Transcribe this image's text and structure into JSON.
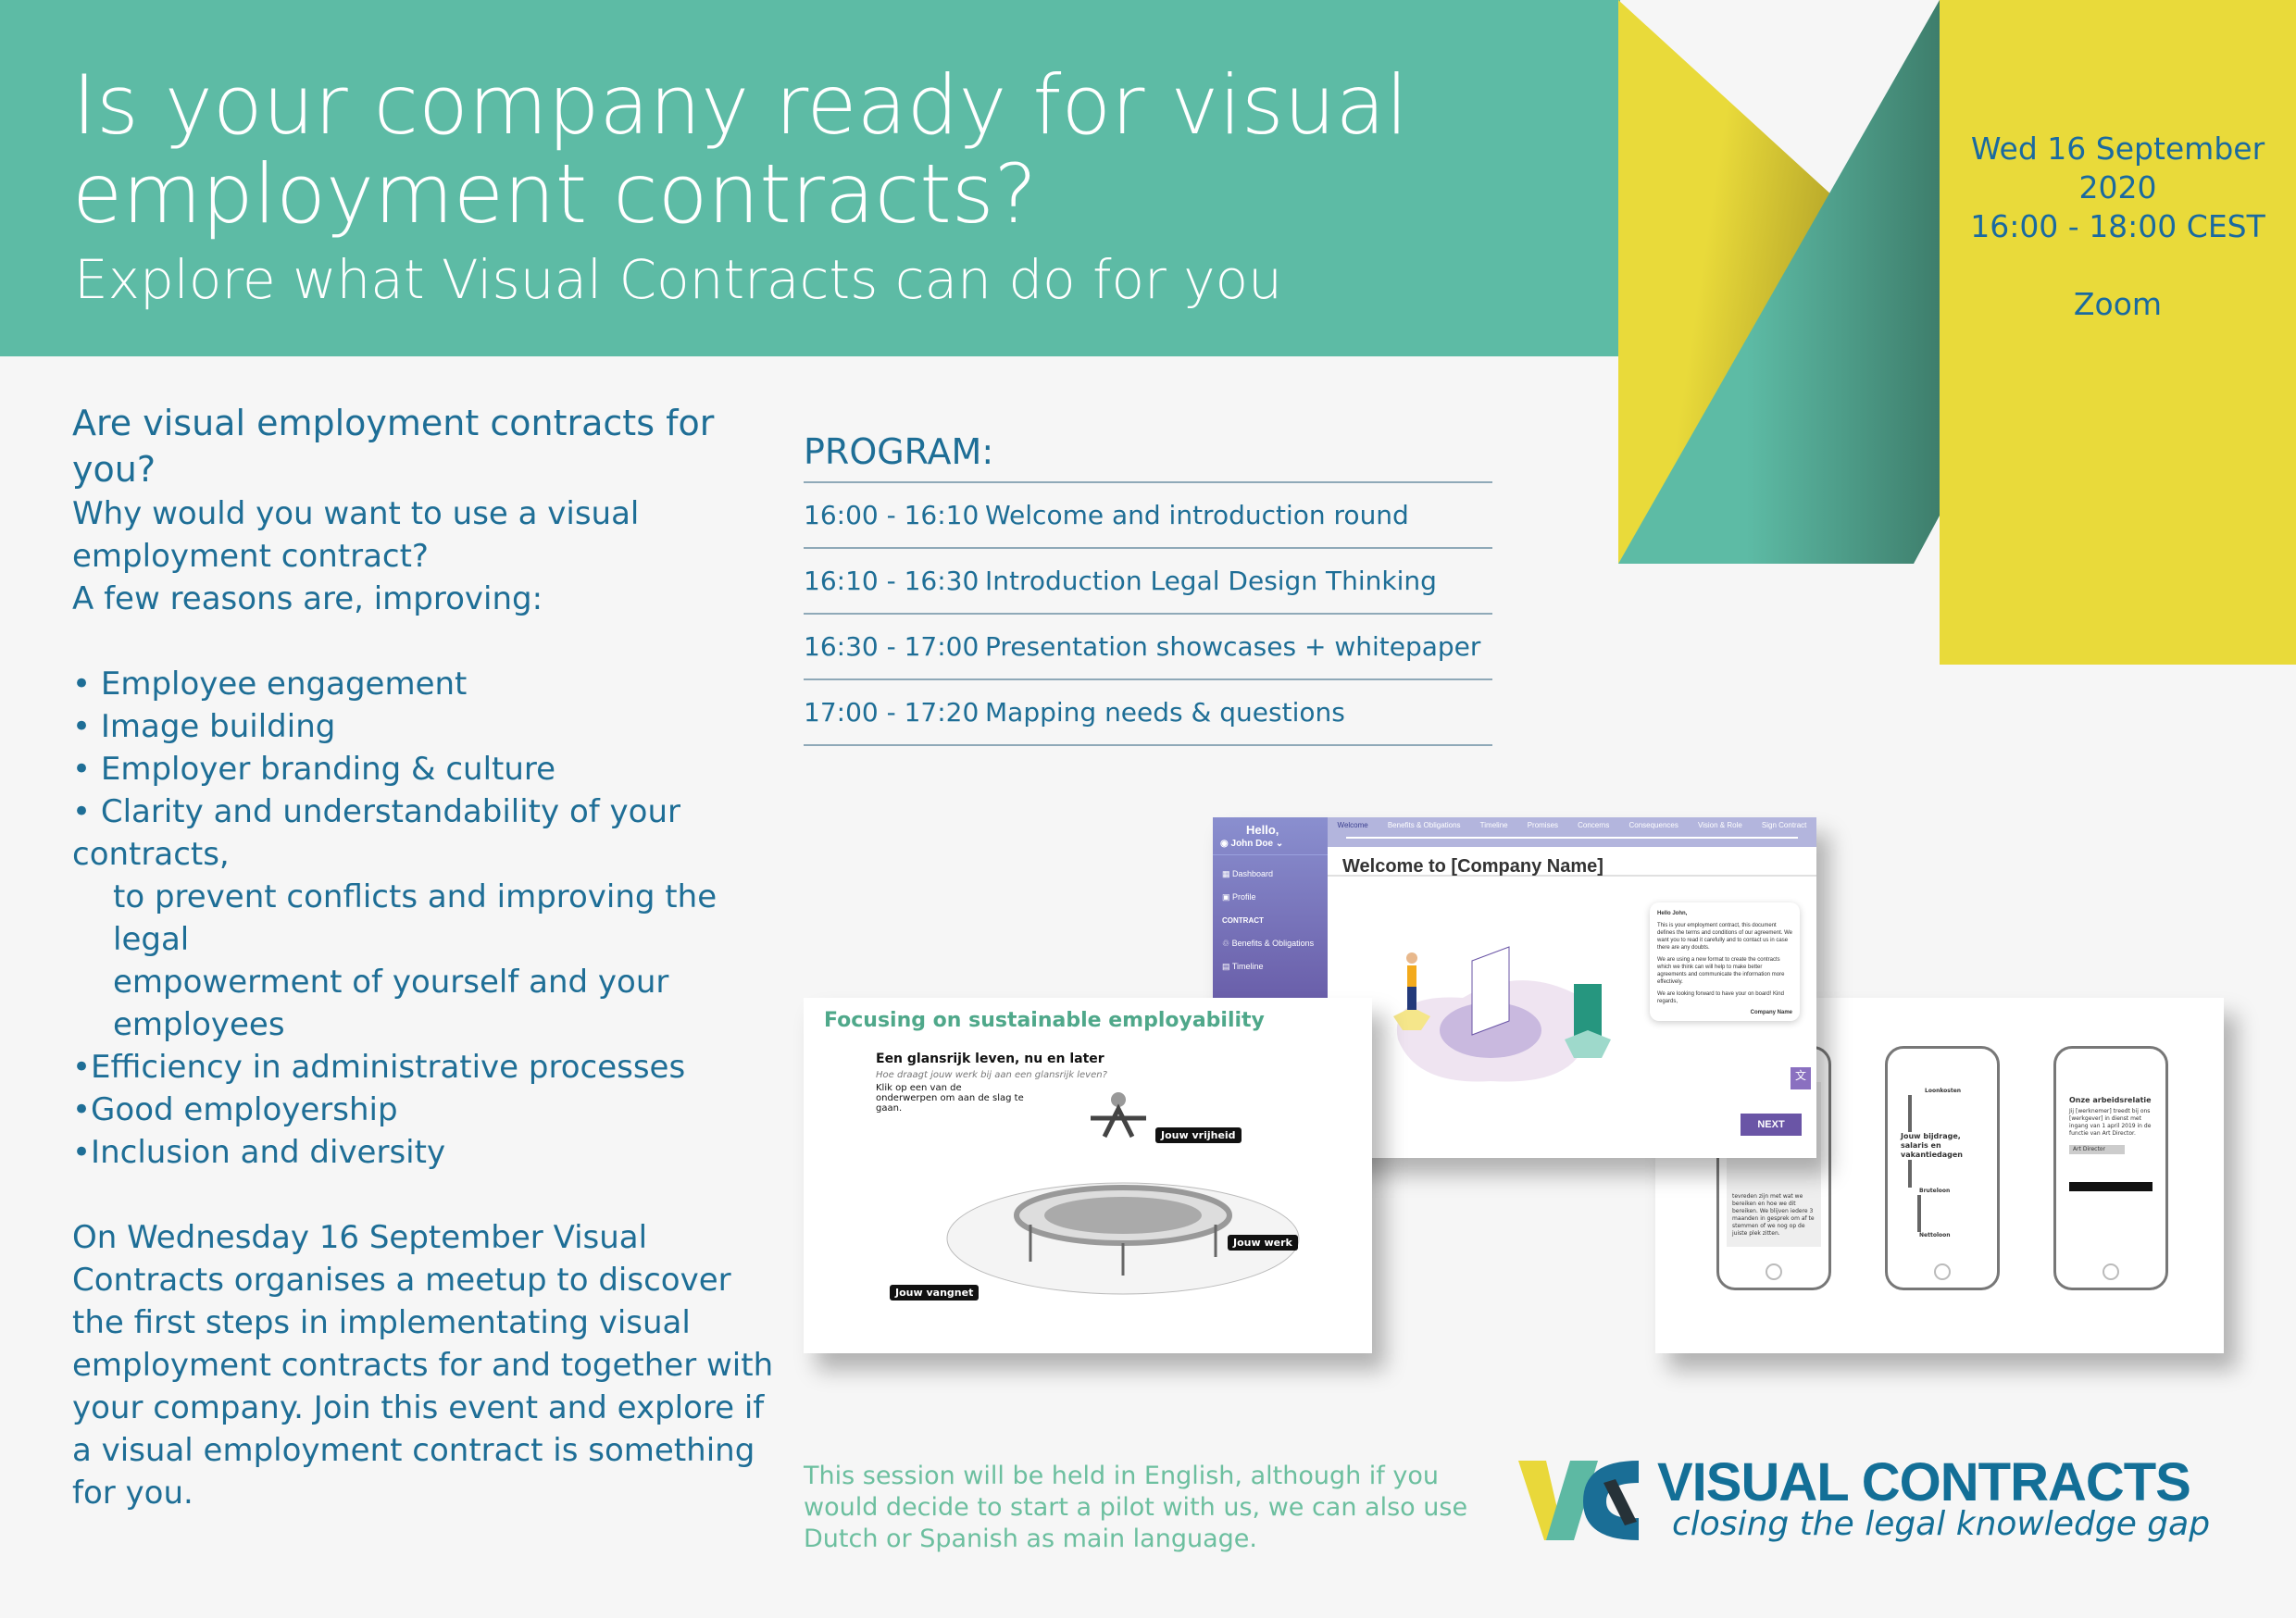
{
  "header": {
    "title": "Is your company ready for visual employment contracts?",
    "subtitle": "Explore what Visual Contracts can do for you"
  },
  "event": {
    "date": "Wed 16 September 2020",
    "time": "16:00 - 18:00 CEST",
    "location": "Zoom"
  },
  "intro": {
    "heading": "Are visual employment contracts for you?",
    "question": "Why would you want to use a visual employment contract?",
    "lead": "A few reasons are, improving:",
    "bullets": [
      "• Employee engagement",
      "• Image building",
      "• Employer branding & culture",
      "• Clarity and understandability of your contracts,",
      "to prevent conflicts and improving the legal",
      "empowerment of yourself and your employees",
      "•Efficiency in administrative processes",
      "•Good employership",
      "•Inclusion and diversity"
    ],
    "paragraph": "On Wednesday 16 September  Visual Contracts organises a meetup to discover the first steps in implementating visual employment contracts for and together with your company. Join this event and explore if a visual employment contract is something for you."
  },
  "program": {
    "title": "PROGRAM:",
    "rows": [
      {
        "time": "16:00  -  16:10",
        "item": "Welcome and introduction round"
      },
      {
        "time": "16:10  -  16:30",
        "item": "Introduction Legal Design Thinking"
      },
      {
        "time": "16:30  -  17:00",
        "item": "Presentation showcases + whitepaper"
      },
      {
        "time": "17:00  -  17:20",
        "item": "Mapping needs & questions"
      }
    ]
  },
  "app": {
    "hello": "Hello,",
    "user": "John Doe",
    "nav": [
      "Dashboard",
      "Profile"
    ],
    "section": "CONTRACT",
    "nav2": [
      "Benefits & Obligations",
      "Timeline"
    ],
    "steps": [
      "Welcome",
      "Benefits & Obligations",
      "Timeline",
      "Promises",
      "Concerns",
      "Consequences",
      "Vision & Role",
      "Sign Contract"
    ],
    "welcome": "Welcome to [Company Name]",
    "bubble_title": "Hello John,",
    "bubble_body": "This is your employment contract, this document defines the terms and conditions of our agreement. We want you to read it carefully and to contact us in case there are any doubts.",
    "bubble_body2": "We are using a new format to create the contracts which we think can will help to make better agreements and communicate the information more effectively.",
    "bubble_body3": "We are looking forward to have your on board! Kind regards,",
    "bubble_sign": "Company Name",
    "next": "NEXT"
  },
  "slide": {
    "title": "Focusing on sustainable employability",
    "heading": "Een glansrijk leven, nu en later",
    "question": "Hoe draagt jouw werk bij aan een glansrijk leven?",
    "instruction": "Klik op een van de onderwerpen om aan de slag te gaan.",
    "tags": [
      "Jouw vrijheid",
      "Jouw werk",
      "Jouw vangnet"
    ]
  },
  "phones": {
    "p1": "tevreden zijn met wat we bereiken en hoe we dit bereiken. We blijven iedere 3 maanden in gesprek om af te stemmen of we nog op de juiste plek zitten.",
    "p2_title": "Jouw bijdrage, salaris en vakantiedagen",
    "p2_items": [
      "Loonkosten",
      "Bruteloon",
      "Nettoloon"
    ],
    "p3_title": "Onze arbeidsrelatie",
    "p3_body": "Jij [werknemer] treedt bij ons [werkgever] in dienst met ingang van 1 april 2019 in de functie van Art Director.",
    "p3_tag": "Art Director"
  },
  "footer": {
    "note": "This session will be held in English, although if you would decide to start a pilot with us, we can also use Dutch or Spanish as main language."
  },
  "logo": {
    "name": "VISUAL CONTRACTS",
    "tagline": "closing the legal knowledge gap"
  },
  "colors": {
    "teal": "#5dbba5",
    "yellow": "#e9da3a",
    "blue": "#1e6e96",
    "purple": "#6a55a6"
  }
}
